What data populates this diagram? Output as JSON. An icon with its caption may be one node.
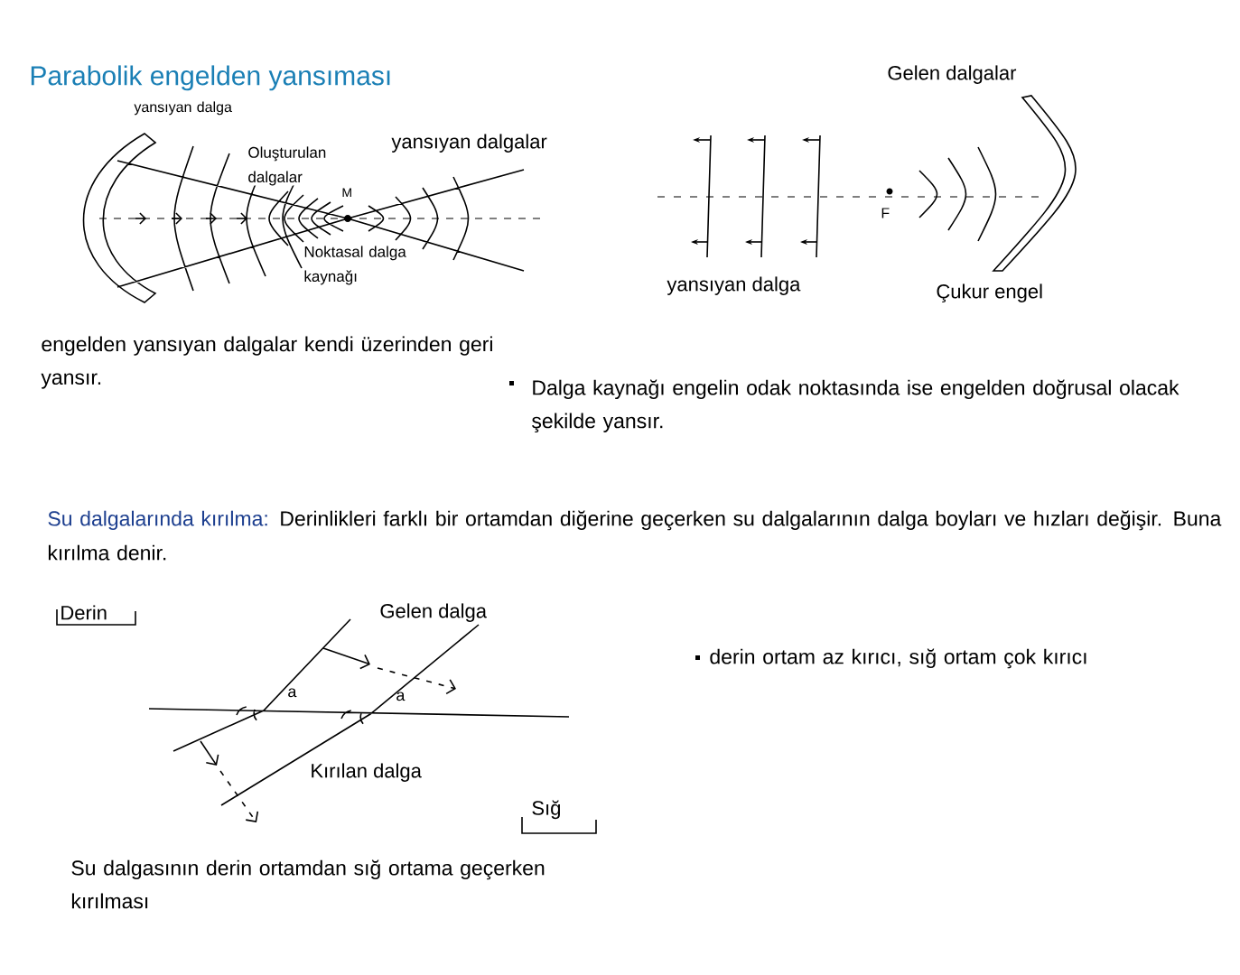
{
  "diagram": {
    "title": "Parabolik engelden yansıması",
    "labels": [
      "yansıyan dalga",
      "Oluşturulan dalgalar",
      "yansıyan dalgalar",
      "M",
      "Noktasal dalga kaynağı",
      "Gelen dalgalar",
      "F",
      "yansıyan dalga",
      "Çukur engel",
      "engelden yansıyan dalgalar kendi üzerinden geri yansır.",
      "Dalga kaynağı engelin odak noktasında ise engelden doğrusal olacak şekilde yansır.",
      "Su dalgalarında kırılma:",
      "Derinlikleri farklı bir ortamdan diğerine geçerken su dalgalarının dalga boyları ve hızları değişir. Buna kırılma denir.",
      "Derin",
      "Gelen dalga",
      "a",
      "a",
      "Kırılan dalga",
      "Sığ",
      "derin ortam az kırıcı, sığ ortam çok kırıcı",
      "Su dalgasının derin ortamdan sığ ortama geçerken kırılması"
    ]
  }
}
